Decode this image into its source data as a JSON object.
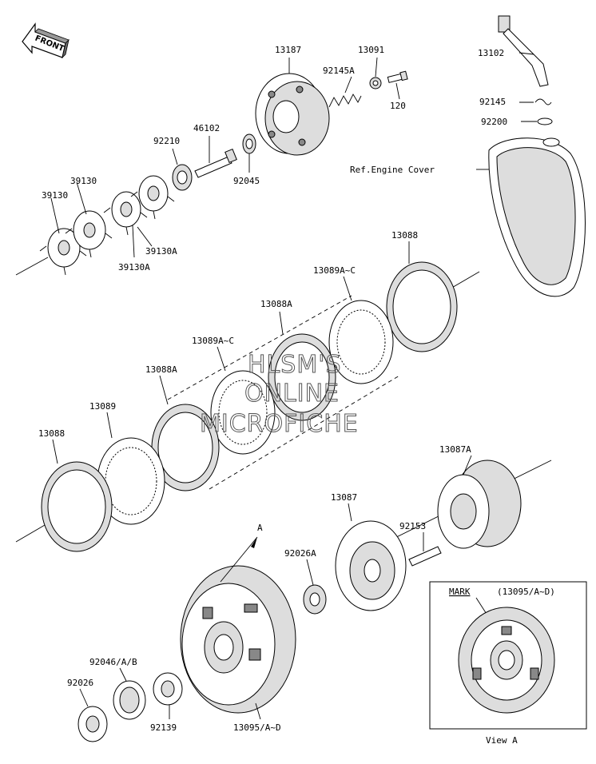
{
  "front_badge": "FRONT",
  "watermark": [
    "HLSM'S",
    "ONLINE",
    "MICROFICHE"
  ],
  "parts": [
    {
      "id": "13187"
    },
    {
      "id": "13091"
    },
    {
      "id": "92145A"
    },
    {
      "id": "120"
    },
    {
      "id": "13102"
    },
    {
      "id": "92145"
    },
    {
      "id": "92200"
    },
    {
      "id": "46102"
    },
    {
      "id": "92210"
    },
    {
      "id": "92045"
    },
    {
      "id": "Ref.Engine Cover"
    },
    {
      "id": "39130"
    },
    {
      "id": "39130"
    },
    {
      "id": "39130A"
    },
    {
      "id": "39130A"
    },
    {
      "id": "13088"
    },
    {
      "id": "13089A~C"
    },
    {
      "id": "13088A"
    },
    {
      "id": "13089A~C"
    },
    {
      "id": "13088A"
    },
    {
      "id": "13089"
    },
    {
      "id": "13088"
    },
    {
      "id": "13087A"
    },
    {
      "id": "13087"
    },
    {
      "id": "92153"
    },
    {
      "id": "92026A"
    },
    {
      "id": "A"
    },
    {
      "id": "92046/A/B"
    },
    {
      "id": "92026"
    },
    {
      "id": "92139"
    },
    {
      "id": "13095/A~D"
    }
  ],
  "view_a": {
    "mark": "MARK",
    "ref": "(13095/A~D)",
    "caption": "View A"
  }
}
